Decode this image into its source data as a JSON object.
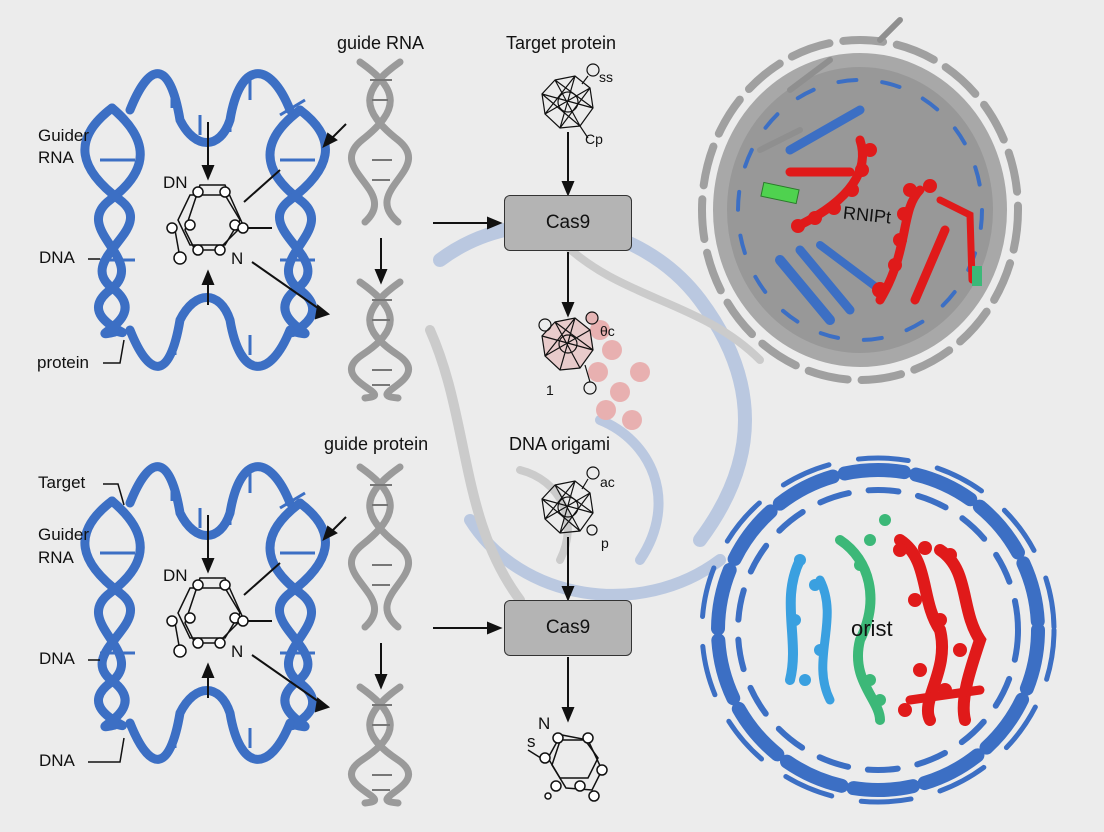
{
  "figure": {
    "background_color": "#ececec",
    "colors": {
      "dna_blue": "#3c6fc4",
      "rna_gray": "#9a9a9a",
      "cas9_box": "#b4b4b4",
      "protein_red": "#e01a1a",
      "protein_green": "#3cb878",
      "protein_cyan": "#3aa0e0",
      "accent_green": "#4fd24f"
    }
  },
  "top_panel": {
    "left_labels": {
      "guide_rna_line1": "Guider",
      "guide_rna_line2": "RNA",
      "dna": "DNA",
      "protein": "protein"
    },
    "molecule_labels": {
      "dn": "DN",
      "n": "N"
    },
    "column_title_left": "guide RNA",
    "column_title_right": "Target protein",
    "cluster_top_labels": {
      "top_right": "ss",
      "bottom": "Cp"
    },
    "cas9_label": "Cas9",
    "cluster_bottom_labels": {
      "right": "θc",
      "bottom_left": "1"
    },
    "structure_overlay_text": "RNIPt"
  },
  "bottom_panel": {
    "left_labels": {
      "target": "Target",
      "guide_rna_line1": "Guider",
      "guide_rna_line2": "RNA",
      "dna_mid": "DNA",
      "dna_bottom": "DNA"
    },
    "molecule_labels": {
      "dn": "DN",
      "n": "N"
    },
    "column_title_left": "guide protein",
    "column_title_right": "DNA origami",
    "cluster_top_labels": {
      "top_right": "ac",
      "bottom": "p"
    },
    "cas9_label": "Cas9",
    "product_labels": {
      "n": "N",
      "s": "s"
    },
    "structure_overlay_text": "orist"
  }
}
